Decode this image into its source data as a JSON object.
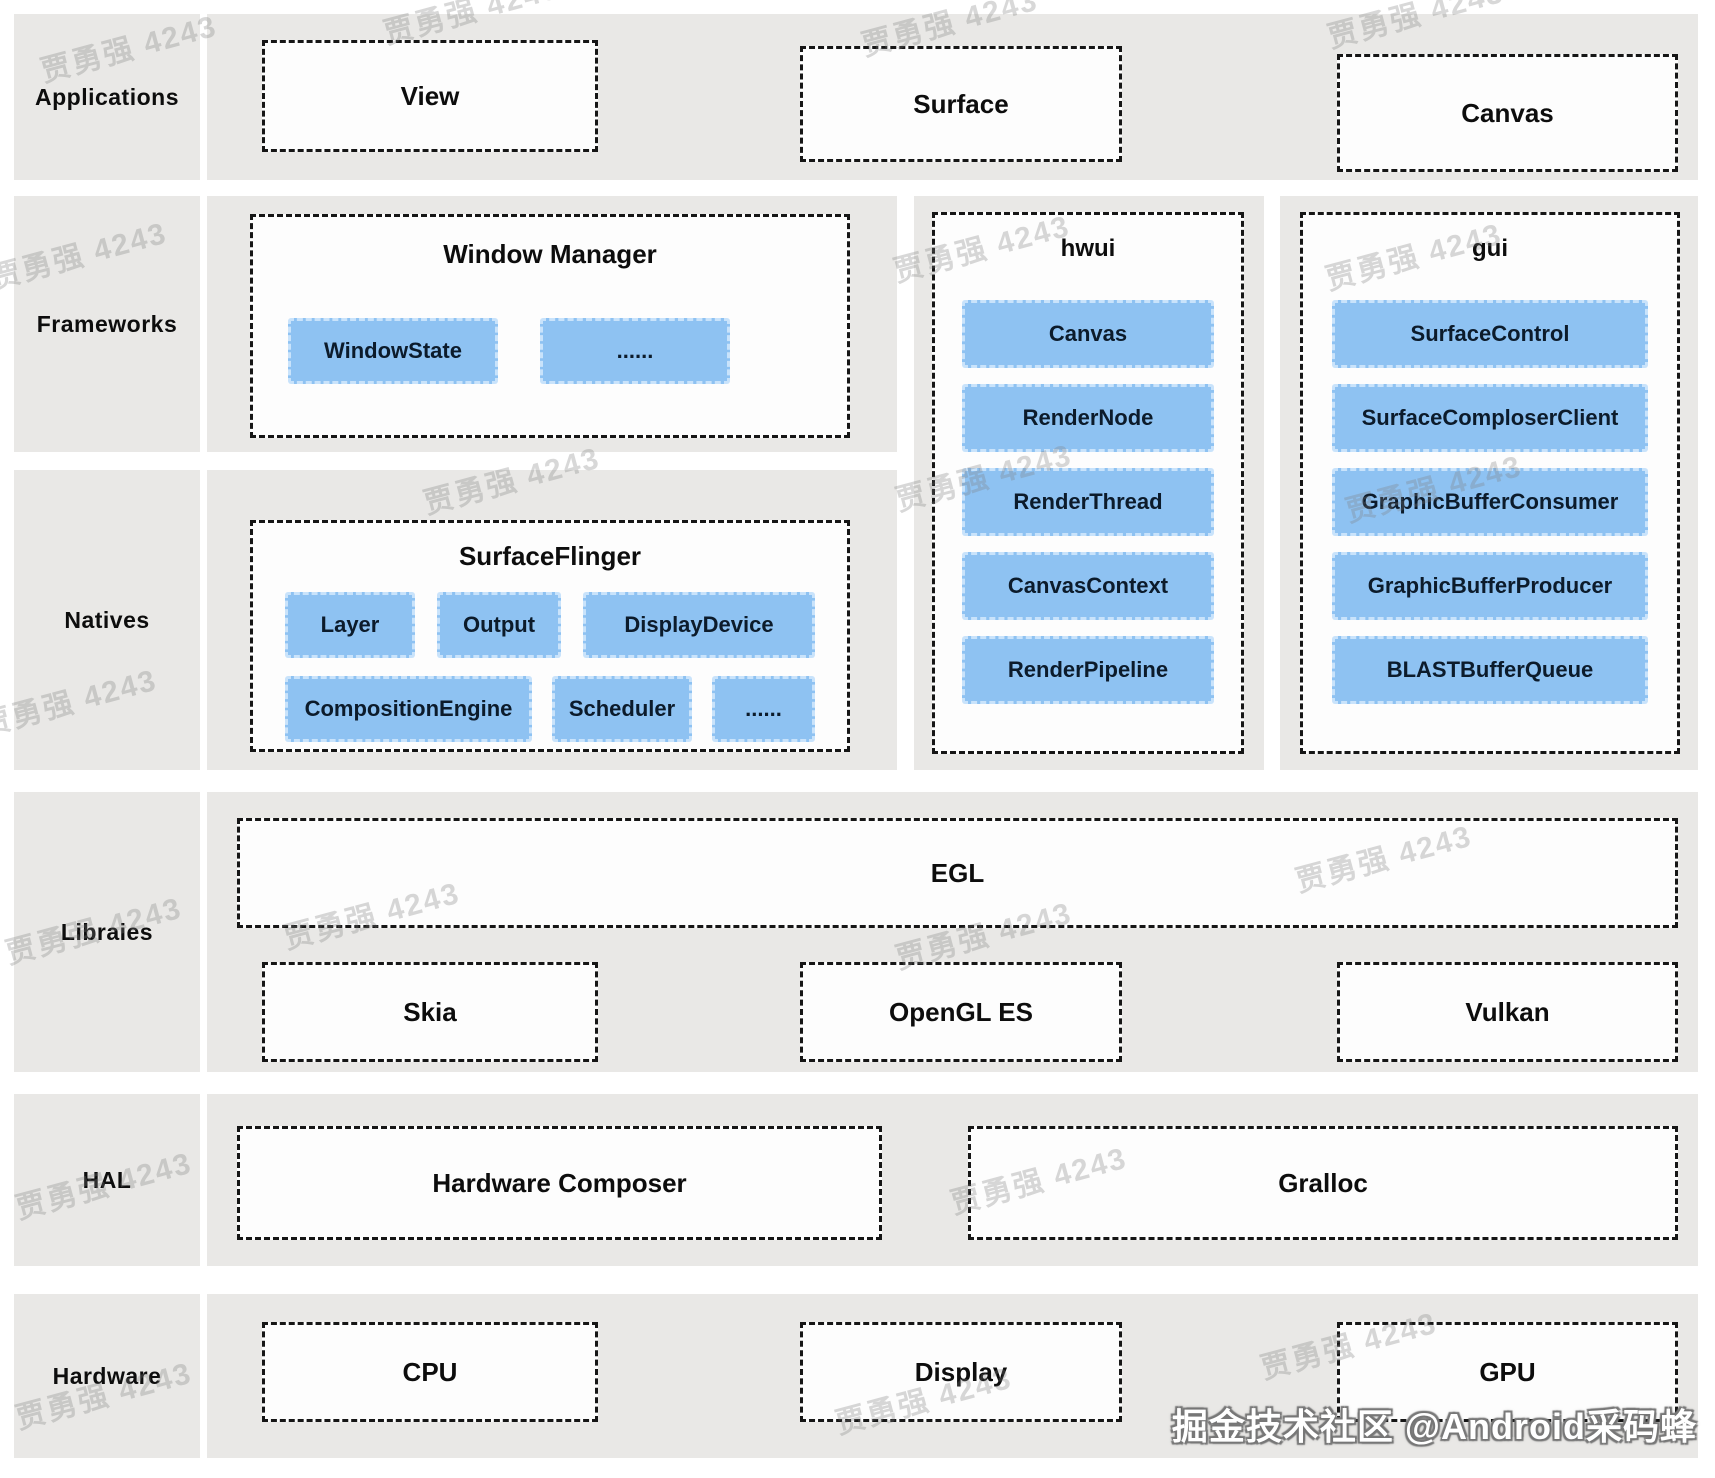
{
  "labels": {
    "applications": "Applications",
    "frameworks": "Frameworks",
    "natives": "Natives",
    "libraies": "Libraies",
    "hal": "HAL",
    "hardware": "Hardware"
  },
  "applications": {
    "boxes": [
      "View",
      "Surface",
      "Canvas"
    ]
  },
  "window_manager": {
    "title": "Window Manager",
    "chips": [
      "WindowState",
      "......"
    ]
  },
  "surface_flinger": {
    "title": "SurfaceFlinger",
    "row1": [
      "Layer",
      "Output",
      "DisplayDevice"
    ],
    "row2": [
      "CompositionEngine",
      "Scheduler",
      "......"
    ]
  },
  "hwui": {
    "title": "hwui",
    "chips": [
      "Canvas",
      "RenderNode",
      "RenderThread",
      "CanvasContext",
      "RenderPipeline"
    ]
  },
  "gui": {
    "title": "gui",
    "chips": [
      "SurfaceControl",
      "SurfaceComploserClient",
      "GraphicBufferConsumer",
      "GraphicBufferProducer",
      "BLASTBufferQueue"
    ]
  },
  "libraies": {
    "egl": "EGL",
    "boxes": [
      "Skia",
      "OpenGL ES",
      "Vulkan"
    ]
  },
  "hal": {
    "boxes": [
      "Hardware Composer",
      "Gralloc"
    ]
  },
  "hardware": {
    "boxes": [
      "CPU",
      "Display",
      "GPU"
    ]
  },
  "watermark": {
    "tile": "贾勇强 4243",
    "credit": "掘金技术社区 @Android采码蜂"
  },
  "colors": {
    "row_bg": "#e9e8e6",
    "box_bg": "#fdfdfd",
    "box_border": "#161616",
    "chip_bg": "#8ec2f2",
    "chip_border": "#c9e3fb",
    "chip_text": "#0c1b2b",
    "label_text": "#0d0d0d"
  }
}
